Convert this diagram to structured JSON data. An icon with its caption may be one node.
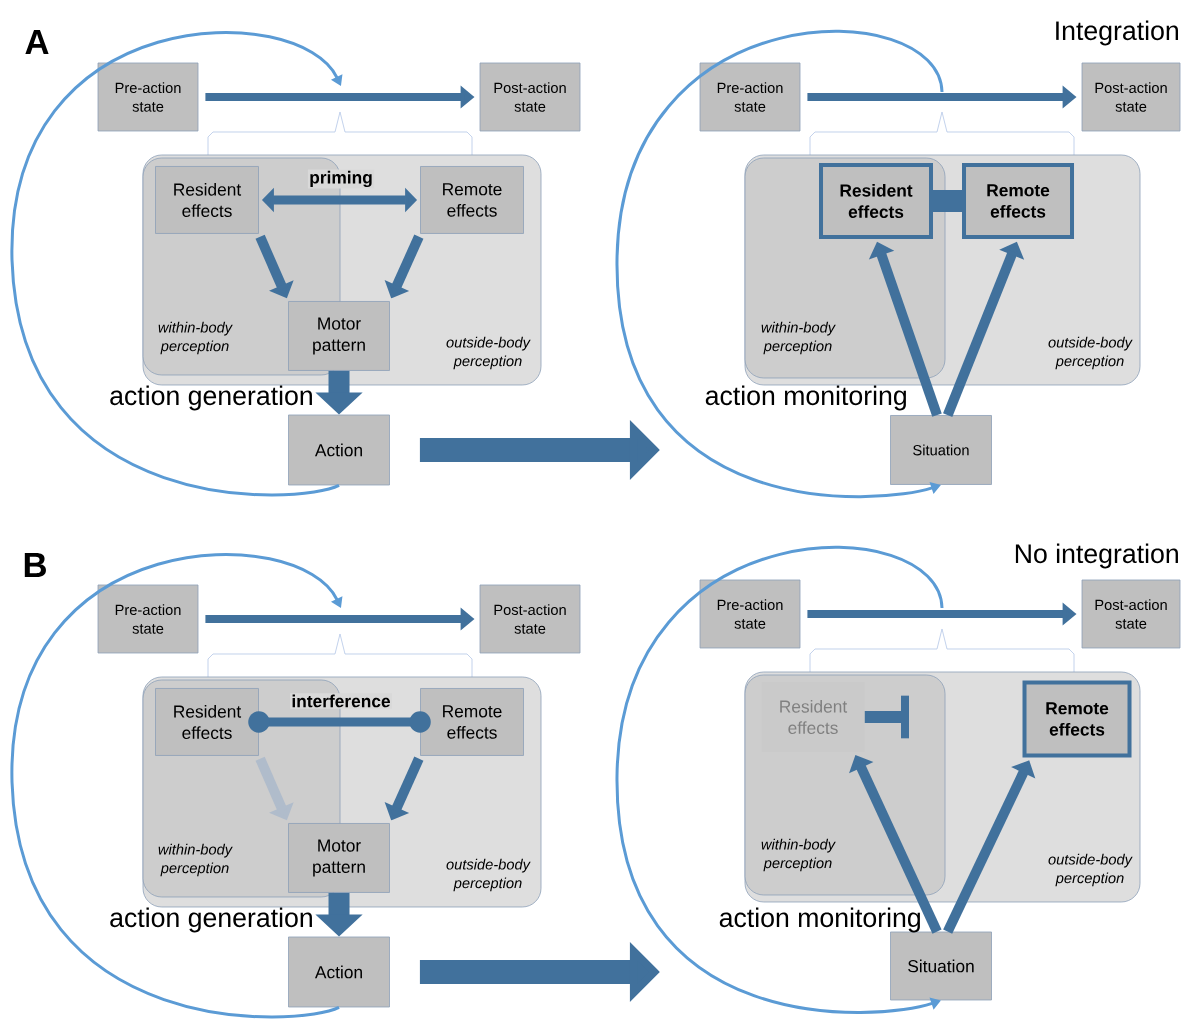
{
  "diagram": {
    "nodes": [
      {
        "text": [
          "Pre-action state"
        ]
      },
      {
        "text": [
          "Post-action state"
        ]
      },
      {
        "text": [
          "outside-body perception"
        ]
      },
      {
        "text": [
          "within-body perception"
        ],
        "in": 2
      },
      {
        "text": [
          "Resident effects"
        ],
        "in": 3
      },
      {
        "text": [
          "Remote effects"
        ],
        "in": 2
      },
      {
        "text": [
          "Motor pattern"
        ],
        "in": 2
      },
      {
        "text": [
          "Action"
        ]
      },
      {
        "text": [
          "Pre-action state"
        ]
      },
      {
        "text": [
          "Post-action state"
        ]
      },
      {
        "text": [
          "outside-body perception"
        ]
      },
      {
        "text": [
          "within-body perception"
        ],
        "in": 10
      },
      {
        "text": [
          "Resident effects"
        ],
        "in": 11
      },
      {
        "text": [
          "Remote effects"
        ],
        "in": 10
      },
      {
        "text": [
          "Situation"
        ]
      },
      {
        "text": [
          "Pre-action state"
        ]
      },
      {
        "text": [
          "Post-action state"
        ]
      },
      {
        "text": [
          "outside-body perception"
        ]
      },
      {
        "text": [
          "within-body perception"
        ],
        "in": 17
      },
      {
        "text": [
          "Resident effects"
        ],
        "in": 18
      },
      {
        "text": [
          "Remote effects"
        ],
        "in": 17
      },
      {
        "text": [
          "Motor pattern"
        ],
        "in": 17
      },
      {
        "text": [
          "Action"
        ]
      },
      {
        "text": [
          "Pre-action state"
        ]
      },
      {
        "text": [
          "Post-action state"
        ]
      },
      {
        "text": [
          "outside-body perception"
        ]
      },
      {
        "text": [
          "within-body perception"
        ],
        "in": 25
      },
      {
        "text": [
          "Resident effects"
        ],
        "in": 26
      },
      {
        "text": [
          "Remote effects"
        ],
        "in": 25
      },
      {
        "text": [
          "Situation"
        ]
      }
    ],
    "edges": [
      {
        "from": 0,
        "to": 1,
        "arrow": "to"
      },
      {
        "from": 4,
        "to": 5,
        "arrow": "both",
        "label": "priming"
      },
      {
        "from": 4,
        "to": 6,
        "arrow": "to"
      },
      {
        "from": 5,
        "to": 6,
        "arrow": "to"
      },
      {
        "from": 6,
        "to": 7,
        "arrow": "to",
        "style": "thick"
      },
      {
        "from": 7,
        "to": null,
        "arrow": "to",
        "color": "#5b9bd5"
      },
      {
        "from": 7,
        "to": null,
        "arrow": "to",
        "style": "thick"
      },
      {
        "from": 8,
        "to": 9,
        "arrow": "to"
      },
      {
        "from": 12,
        "to": 13,
        "arrow": "none",
        "style": "thick"
      },
      {
        "from": 14,
        "to": 12,
        "arrow": "to"
      },
      {
        "from": 14,
        "to": 13,
        "arrow": "to"
      },
      {
        "from": null,
        "to": 14,
        "arrow": "to",
        "color": "#5b9bd5"
      },
      {
        "from": 15,
        "to": 16,
        "arrow": "to"
      },
      {
        "from": 19,
        "to": 20,
        "arrow": "other",
        "label": "interference"
      },
      {
        "from": 19,
        "to": 21,
        "arrow": "to",
        "color": "#b0bccb"
      },
      {
        "from": 20,
        "to": 21,
        "arrow": "to"
      },
      {
        "from": 21,
        "to": 22,
        "arrow": "to",
        "style": "thick"
      },
      {
        "from": 22,
        "to": null,
        "arrow": "to",
        "color": "#5b9bd5"
      },
      {
        "from": 22,
        "to": null,
        "arrow": "to",
        "style": "thick"
      },
      {
        "from": 23,
        "to": 24,
        "arrow": "to"
      },
      {
        "from": 27,
        "to": null,
        "arrow": "other"
      },
      {
        "from": 29,
        "to": 27,
        "arrow": "to"
      },
      {
        "from": 29,
        "to": 28,
        "arrow": "to"
      },
      {
        "from": null,
        "to": 29,
        "arrow": "to",
        "color": "#5b9bd5"
      }
    ],
    "labels": [
      "A",
      "Integration",
      "action generation",
      "action monitoring",
      "B",
      "No integration",
      "action generation",
      "action monitoring"
    ]
  }
}
